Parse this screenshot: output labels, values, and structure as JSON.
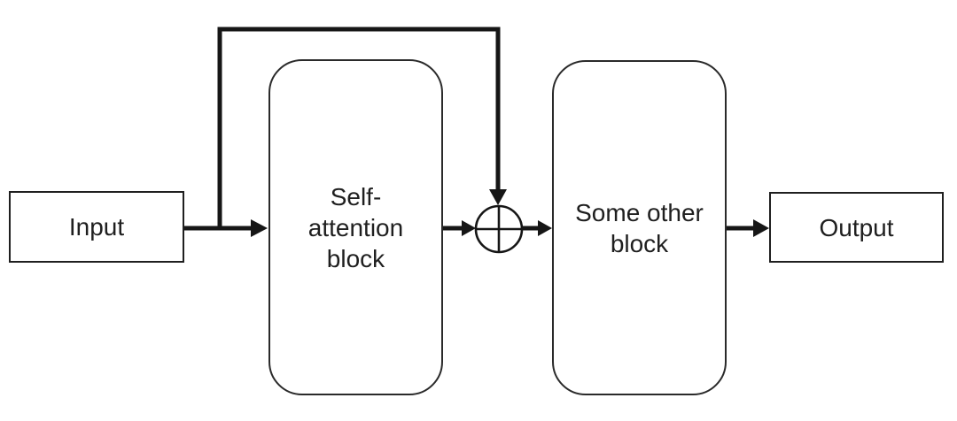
{
  "diagram": {
    "type": "block-diagram",
    "description": "Residual (skip) connection: input flows into a self-attention block, the block output is summed with the raw input at an add node, then passes through another block to the output.",
    "nodes": {
      "input": {
        "label": "Input",
        "shape": "rectangle"
      },
      "self_attention": {
        "label": "Self-attention block",
        "label_lines": [
          "Self-",
          "attention",
          "block"
        ],
        "shape": "rounded-rectangle"
      },
      "add": {
        "symbol": "circled-plus",
        "meaning": "element-wise addition"
      },
      "some_other": {
        "label": "Some other block",
        "label_lines": [
          "Some other",
          "block"
        ],
        "shape": "rounded-rectangle"
      },
      "output": {
        "label": "Output",
        "shape": "rectangle"
      }
    },
    "edges": [
      {
        "from": "input",
        "to": "self_attention",
        "style": "thick-arrow"
      },
      {
        "from": "input",
        "to": "add",
        "style": "thick-arrow",
        "route": "skip-connection-over-top"
      },
      {
        "from": "self_attention",
        "to": "add",
        "style": "thick-arrow"
      },
      {
        "from": "add",
        "to": "some_other",
        "style": "thick-arrow"
      },
      {
        "from": "some_other",
        "to": "output",
        "style": "thick-arrow"
      }
    ],
    "colors": {
      "background": "#ffffff",
      "line": "#161616",
      "box_border": "#1f1f1f",
      "text": "#1f1f1f"
    }
  }
}
